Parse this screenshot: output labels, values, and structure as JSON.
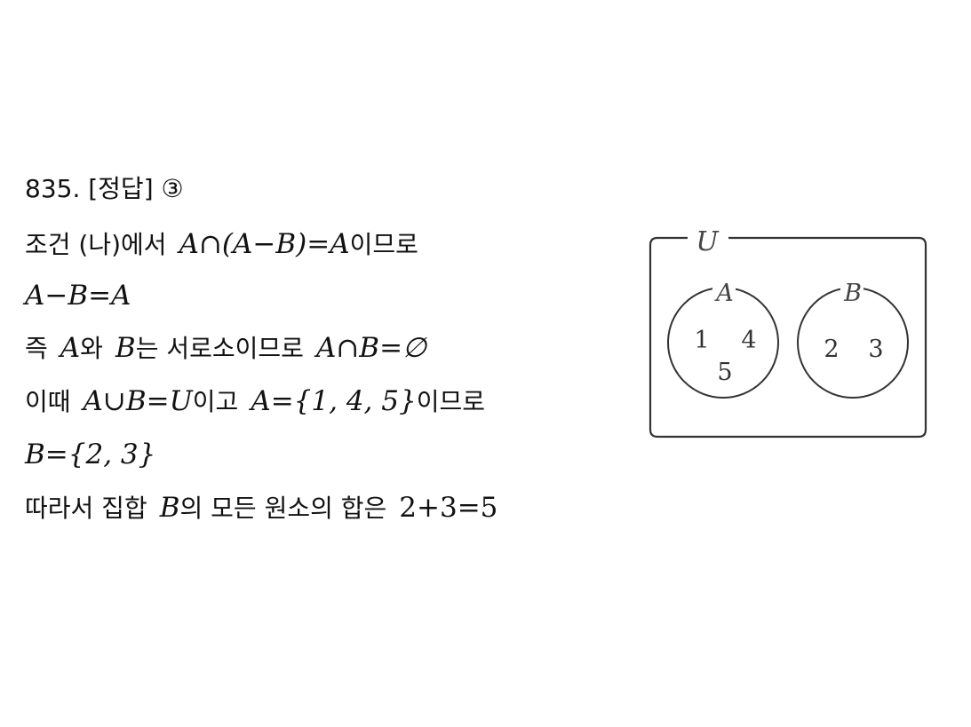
{
  "solution": {
    "header": "835. [정답] ③",
    "lines": [
      {
        "pre": "조건 (나)에서",
        "math": "A∩(A−B)=A",
        "post": "이므로"
      },
      {
        "math": "A−B=A"
      },
      {
        "pre": "즉",
        "m1": "A",
        "t1": "와",
        "m2": "B",
        "t2": "는 서로소이므로",
        "m3": "A∩B=∅"
      },
      {
        "pre": "이때",
        "m1": "A∪B=U",
        "t1": "이고",
        "m2": "A={1, 4, 5}",
        "t2": "이므로"
      },
      {
        "math": "B={2, 3}"
      },
      {
        "pre": "따라서 집합",
        "m1": "B",
        "t1": "의 모든 원소의 합은",
        "m2": "2+3=5"
      }
    ]
  },
  "venn": {
    "universe_label": "U",
    "set_a": {
      "label": "A",
      "elements": [
        "1",
        "4",
        "5"
      ]
    },
    "set_b": {
      "label": "B",
      "elements": [
        "2",
        "3"
      ]
    }
  }
}
